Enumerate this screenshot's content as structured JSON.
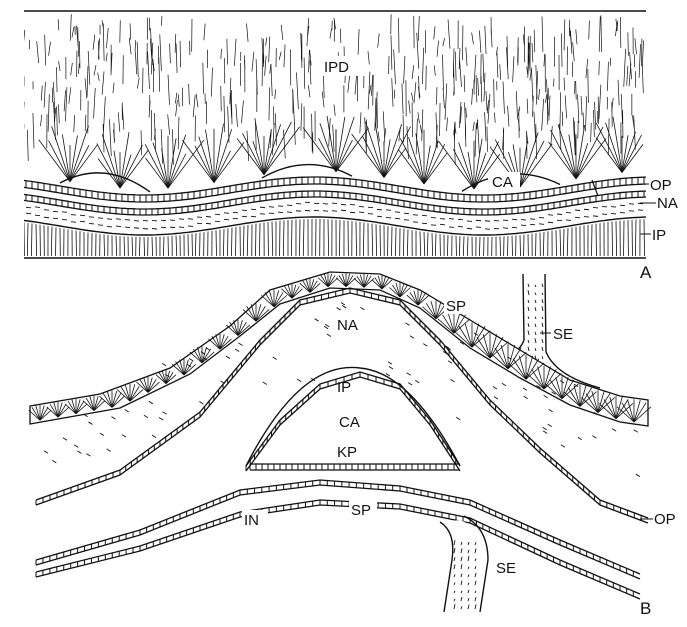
{
  "panel_a": {
    "panel_letter": "A",
    "labels": {
      "ipd": "IPD",
      "ca": "CA",
      "op": "OP",
      "na": "NA",
      "ip": "IP"
    }
  },
  "panel_b": {
    "panel_letter": "B",
    "labels": {
      "sp_top": "SP",
      "se_top": "SE",
      "na": "NA",
      "ip": "IP",
      "ca": "CA",
      "kp": "KP",
      "in": "IN",
      "sp_bottom": "SP",
      "op": "OP",
      "se_bottom": "SE"
    }
  }
}
